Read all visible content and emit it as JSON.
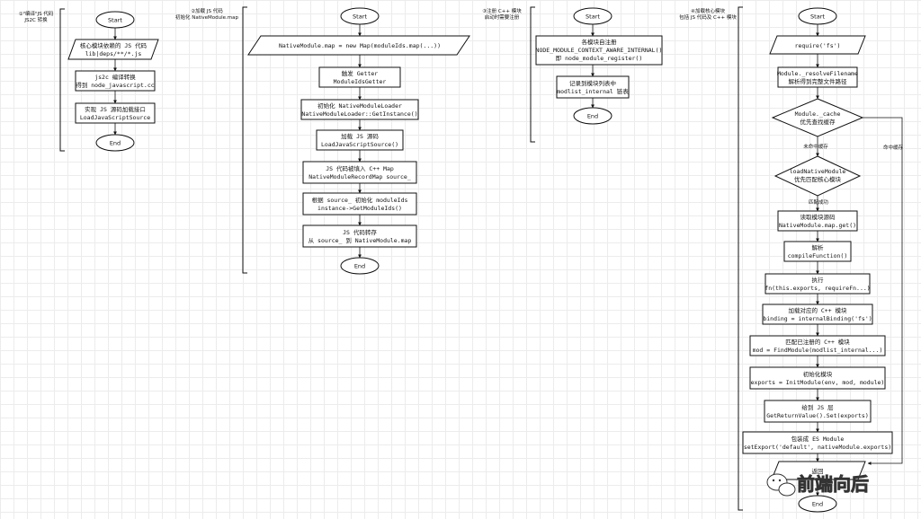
{
  "sections": [
    {
      "label_line1": "①\"编译\"JS 代码",
      "label_line2": "JS2C 转换"
    },
    {
      "label_line1": "②加载 JS 代码",
      "label_line2": "初始化 NativeModule.map"
    },
    {
      "label_line1": "③注册 C++ 模块",
      "label_line2": "启动时需要注册"
    },
    {
      "label_line1": "④加载核心模块",
      "label_line2": "包括 JS 代码及 C++ 模块"
    }
  ],
  "flow1": {
    "start": "Start",
    "n1": [
      "核心模块依赖的 JS 代码",
      "lib|deps/**/*.js"
    ],
    "n2": [
      "js2c 编译转换",
      "得到 node_javascript.cc"
    ],
    "n3": [
      "实现 JS 源码加载接口",
      "LoadJavaScriptSource"
    ],
    "end": "End"
  },
  "flow2": {
    "start": "Start",
    "n1": [
      "NativeModule.map = new Map(moduleIds.map(...))"
    ],
    "n2": [
      "触发 Getter",
      "ModuleIdsGetter"
    ],
    "n3": [
      "初始化 NativeModuleLoader",
      "NativeModuleLoader::GetInstance()"
    ],
    "n4": [
      "加载 JS 源码",
      "LoadJavaScriptSource()"
    ],
    "n5": [
      "JS 代码被填入 C++ Map",
      "NativeModuleRecordMap source_"
    ],
    "n6": [
      "根据 source_ 初始化 moduleIds",
      "instance->GetModuleIds()"
    ],
    "n7": [
      "JS 代码转存",
      "从 source_ 到 NativeModule.map"
    ],
    "end": "End"
  },
  "flow3": {
    "start": "Start",
    "n1": [
      "各模块自注册",
      "NODE_MODULE_CONTEXT_AWARE_INTERNAL()",
      "即 node_module_register()"
    ],
    "n2": [
      "记录到模块列表中",
      "modlist_internal 链表"
    ],
    "end": "End"
  },
  "flow4": {
    "start": "Start",
    "n1": [
      "require('fs')"
    ],
    "n2": [
      "Module._resolveFilename",
      "解析得到完整文件路径"
    ],
    "d1": [
      "Module._cache",
      "优先查找缓存"
    ],
    "label_miss": "未命中缓存",
    "label_hit": "命中缓存",
    "d2": [
      "loadNativeModule",
      "优先匹配核心模块"
    ],
    "label_match": "匹配成功",
    "n3": [
      "读取模块源码",
      "NativeModule.map.get()"
    ],
    "n4": [
      "解析",
      "compileFunction()"
    ],
    "n5": [
      "执行",
      "fn(this.exports, requireFn...)"
    ],
    "n6": [
      "加载对应的 C++ 模块",
      "binding = internalBinding('fs')"
    ],
    "n7": [
      "匹配已注册的 C++ 模块",
      "mod = FindModule(modlist_internal...)"
    ],
    "n8": [
      "初始化模块",
      "exports = InitModule(env, mod, module)"
    ],
    "n9": [
      "给到 JS 层",
      "GetReturnValue().Set(exports)"
    ],
    "n10": [
      "包装成 ES Module",
      "setExport('default', nativeModule.exports)"
    ],
    "n11": [
      "返回"
    ],
    "end": "End"
  },
  "watermark": {
    "text": "前端向后"
  },
  "colors": {
    "stroke": "#111111",
    "grid": "#ececec",
    "background": "#ffffff"
  }
}
